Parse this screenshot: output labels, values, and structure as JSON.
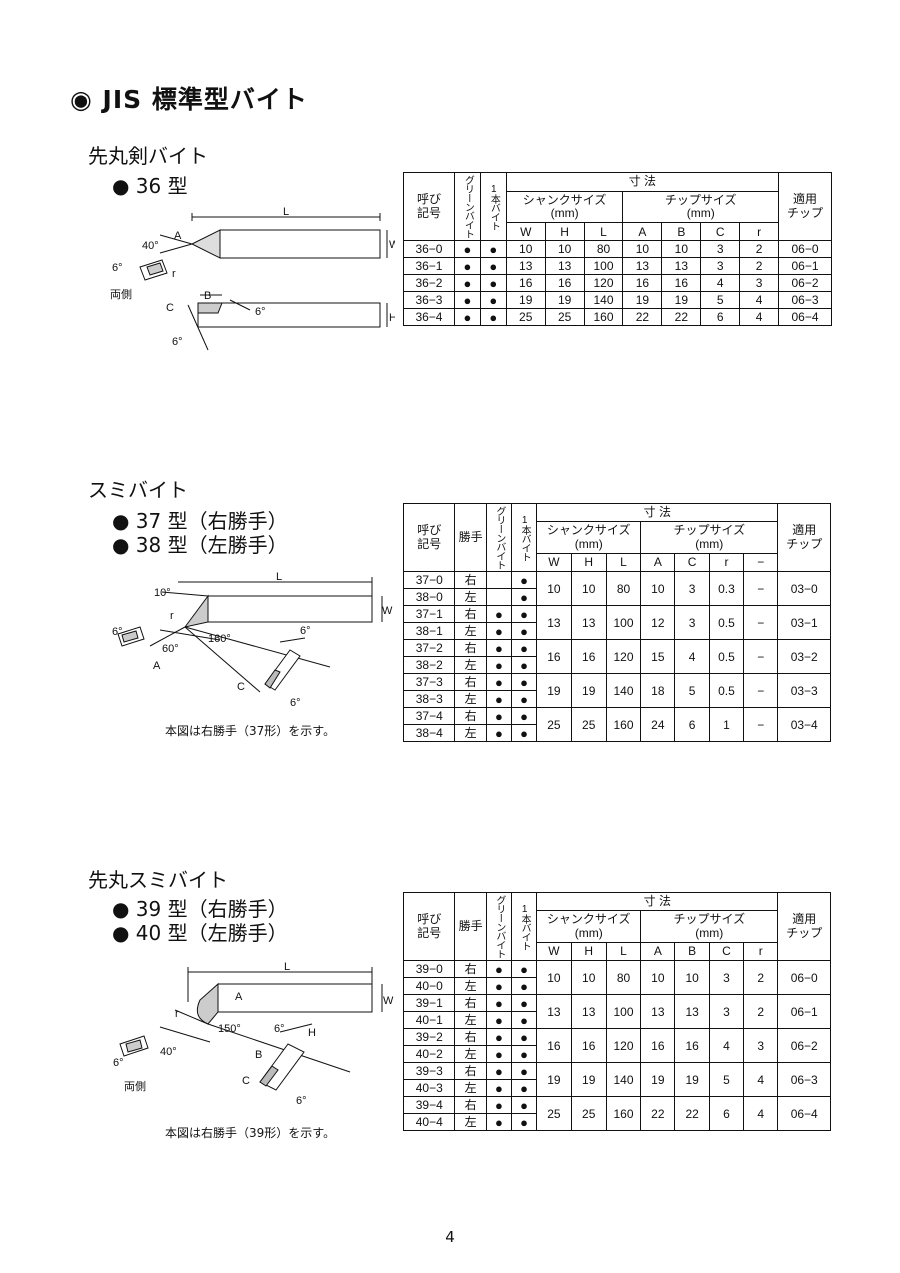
{
  "page": {
    "title": "◉ JIS 標準型バイト",
    "page_number": "4"
  },
  "sections": [
    {
      "title": "先丸剣バイト",
      "types": [
        "● 36 型"
      ],
      "figure_labels": {
        "L": "L",
        "W": "W",
        "H": "H",
        "A": "A",
        "B": "B",
        "C": "C",
        "r": "r",
        "angle1": "40°",
        "angle2": "6°",
        "angle3": "6°",
        "angle4": "6°",
        "both": "両側"
      },
      "headers": {
        "code": "呼び\n記号",
        "green": "グリーンバイト",
        "single": "1本バイト",
        "dims": "寸 法",
        "shank": "シャンクサイズ\n(mm)",
        "chip": "チップサイズ\n(mm)",
        "chip_apply": "適用\nチップ",
        "cols": [
          "W",
          "H",
          "L",
          "A",
          "B",
          "C",
          "r"
        ]
      },
      "rows": [
        {
          "code": "36−0",
          "green": "●",
          "single": "●",
          "vals": [
            "10",
            "10",
            "80",
            "10",
            "10",
            "3",
            "2"
          ],
          "chip": "06−0"
        },
        {
          "code": "36−1",
          "green": "●",
          "single": "●",
          "vals": [
            "13",
            "13",
            "100",
            "13",
            "13",
            "3",
            "2"
          ],
          "chip": "06−1"
        },
        {
          "code": "36−2",
          "green": "●",
          "single": "●",
          "vals": [
            "16",
            "16",
            "120",
            "16",
            "16",
            "4",
            "3"
          ],
          "chip": "06−2"
        },
        {
          "code": "36−3",
          "green": "●",
          "single": "●",
          "vals": [
            "19",
            "19",
            "140",
            "19",
            "19",
            "5",
            "4"
          ],
          "chip": "06−3"
        },
        {
          "code": "36−4",
          "green": "●",
          "single": "●",
          "vals": [
            "25",
            "25",
            "160",
            "22",
            "22",
            "6",
            "4"
          ],
          "chip": "06−4"
        }
      ]
    },
    {
      "title": "スミバイト",
      "types": [
        "● 37 型（右勝手）",
        "● 38 型（左勝手）"
      ],
      "caption": "本図は右勝手（37形）を示す。",
      "figure_labels": {
        "L": "L",
        "W": "W",
        "A": "A",
        "C": "C",
        "r": "r",
        "angle1": "10°",
        "angle2": "6°",
        "angle3": "60°",
        "angle4": "160°",
        "angle5": "6°",
        "angle6": "6°"
      },
      "headers": {
        "code": "呼び\n記号",
        "hand": "勝手",
        "green": "グリーンバイト",
        "single": "1本バイト",
        "dims": "寸 法",
        "shank": "シャンクサイズ\n(mm)",
        "chip": "チップサイズ\n(mm)",
        "chip_apply": "適用\nチップ",
        "cols": [
          "W",
          "H",
          "L",
          "A",
          "C",
          "r",
          "−"
        ]
      },
      "groups": [
        {
          "rows": [
            {
              "code": "37−0",
              "hand": "右",
              "green": "",
              "single": "●"
            },
            {
              "code": "38−0",
              "hand": "左",
              "green": "",
              "single": "●"
            }
          ],
          "vals": [
            "10",
            "10",
            "80",
            "10",
            "3",
            "0.3",
            "−"
          ],
          "chip": "03−0"
        },
        {
          "rows": [
            {
              "code": "37−1",
              "hand": "右",
              "green": "●",
              "single": "●"
            },
            {
              "code": "38−1",
              "hand": "左",
              "green": "●",
              "single": "●"
            }
          ],
          "vals": [
            "13",
            "13",
            "100",
            "12",
            "3",
            "0.5",
            "−"
          ],
          "chip": "03−1"
        },
        {
          "rows": [
            {
              "code": "37−2",
              "hand": "右",
              "green": "●",
              "single": "●"
            },
            {
              "code": "38−2",
              "hand": "左",
              "green": "●",
              "single": "●"
            }
          ],
          "vals": [
            "16",
            "16",
            "120",
            "15",
            "4",
            "0.5",
            "−"
          ],
          "chip": "03−2"
        },
        {
          "rows": [
            {
              "code": "37−3",
              "hand": "右",
              "green": "●",
              "single": "●"
            },
            {
              "code": "38−3",
              "hand": "左",
              "green": "●",
              "single": "●"
            }
          ],
          "vals": [
            "19",
            "19",
            "140",
            "18",
            "5",
            "0.5",
            "−"
          ],
          "chip": "03−3"
        },
        {
          "rows": [
            {
              "code": "37−4",
              "hand": "右",
              "green": "●",
              "single": "●"
            },
            {
              "code": "38−4",
              "hand": "左",
              "green": "●",
              "single": "●"
            }
          ],
          "vals": [
            "25",
            "25",
            "160",
            "24",
            "6",
            "1",
            "−"
          ],
          "chip": "03−4"
        }
      ]
    },
    {
      "title": "先丸スミバイト",
      "types": [
        "● 39 型（右勝手）",
        "● 40 型（左勝手）"
      ],
      "caption": "本図は右勝手（39形）を示す。",
      "figure_labels": {
        "L": "L",
        "W": "W",
        "A": "A",
        "B": "B",
        "C": "C",
        "H": "H",
        "r": "r",
        "angle1": "40°",
        "angle2": "150°",
        "angle3": "6°",
        "angle4": "6°",
        "angle5": "6°",
        "both": "両側"
      },
      "headers": {
        "code": "呼び\n記号",
        "hand": "勝手",
        "green": "グリーンバイト",
        "single": "1本バイト",
        "dims": "寸 法",
        "shank": "シャンクサイズ\n(mm)",
        "chip": "チップサイズ\n(mm)",
        "chip_apply": "適用\nチップ",
        "cols": [
          "W",
          "H",
          "L",
          "A",
          "B",
          "C",
          "r"
        ]
      },
      "groups": [
        {
          "rows": [
            {
              "code": "39−0",
              "hand": "右",
              "green": "●",
              "single": "●"
            },
            {
              "code": "40−0",
              "hand": "左",
              "green": "●",
              "single": "●"
            }
          ],
          "vals": [
            "10",
            "10",
            "80",
            "10",
            "10",
            "3",
            "2"
          ],
          "chip": "06−0"
        },
        {
          "rows": [
            {
              "code": "39−1",
              "hand": "右",
              "green": "●",
              "single": "●"
            },
            {
              "code": "40−1",
              "hand": "左",
              "green": "●",
              "single": "●"
            }
          ],
          "vals": [
            "13",
            "13",
            "100",
            "13",
            "13",
            "3",
            "2"
          ],
          "chip": "06−1"
        },
        {
          "rows": [
            {
              "code": "39−2",
              "hand": "右",
              "green": "●",
              "single": "●"
            },
            {
              "code": "40−2",
              "hand": "左",
              "green": "●",
              "single": "●"
            }
          ],
          "vals": [
            "16",
            "16",
            "120",
            "16",
            "16",
            "4",
            "3"
          ],
          "chip": "06−2"
        },
        {
          "rows": [
            {
              "code": "39−3",
              "hand": "右",
              "green": "●",
              "single": "●"
            },
            {
              "code": "40−3",
              "hand": "左",
              "green": "●",
              "single": "●"
            }
          ],
          "vals": [
            "19",
            "19",
            "140",
            "19",
            "19",
            "5",
            "4"
          ],
          "chip": "06−3"
        },
        {
          "rows": [
            {
              "code": "39−4",
              "hand": "右",
              "green": "●",
              "single": "●"
            },
            {
              "code": "40−4",
              "hand": "左",
              "green": "●",
              "single": "●"
            }
          ],
          "vals": [
            "25",
            "25",
            "160",
            "22",
            "22",
            "6",
            "4"
          ],
          "chip": "06−4"
        }
      ]
    }
  ]
}
